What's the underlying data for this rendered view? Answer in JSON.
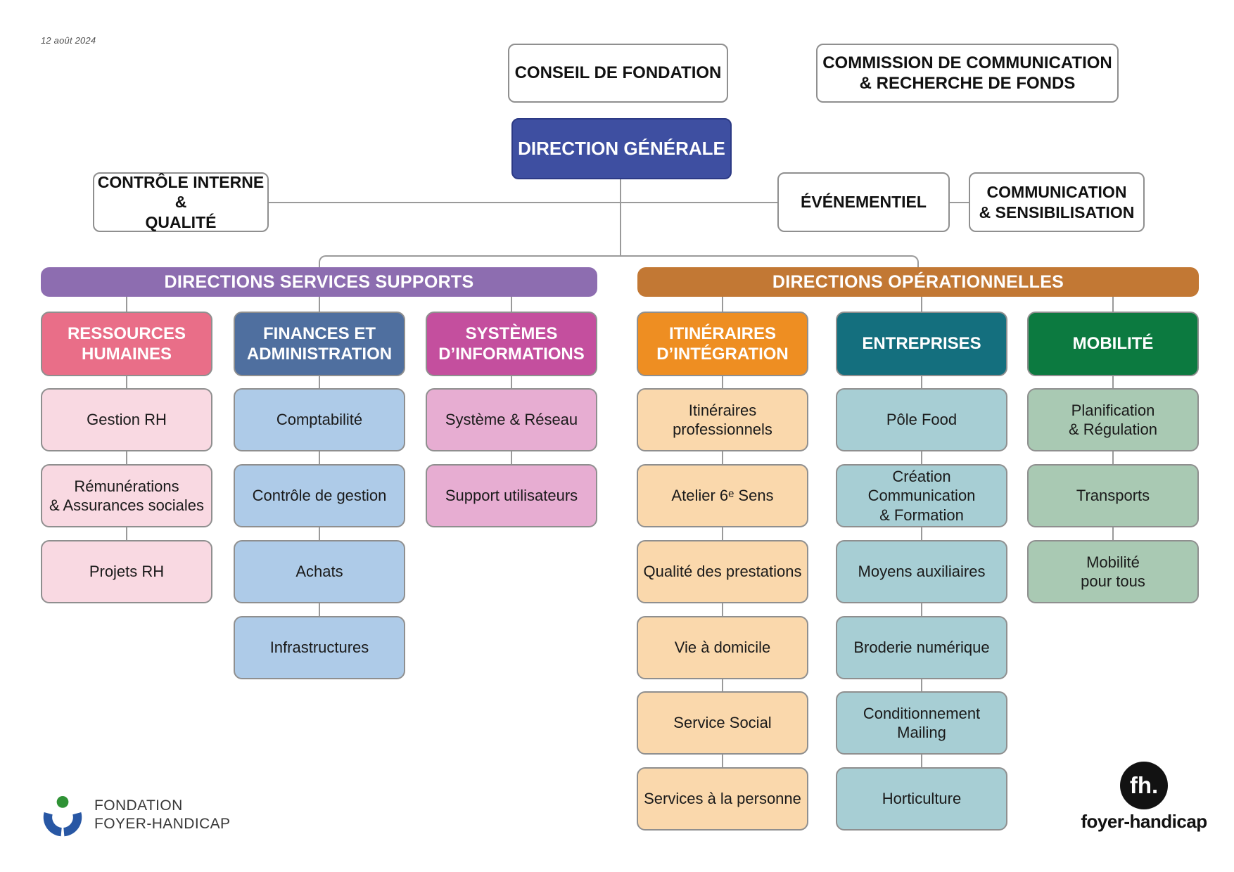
{
  "date": "12 août 2024",
  "top": {
    "conseil": "CONSEIL DE FONDATION",
    "commission": "COMMISSION DE COMMUNICATION\n& RECHERCHE DE FONDS",
    "direction_generale": "DIRECTION GÉNÉRALE",
    "controle": "CONTRÔLE INTERNE &\nQUALITÉ",
    "evenementiel": "ÉVÉNEMENTIEL",
    "communication": "COMMUNICATION\n& SENSIBILISATION"
  },
  "groups": [
    {
      "title": "DIRECTIONS SERVICES SUPPORTS"
    },
    {
      "title": "DIRECTIONS OPÉRATIONNELLES"
    }
  ],
  "columns": [
    {
      "title": "RESSOURCES\nHUMAINES",
      "children": [
        "Gestion RH",
        "Rémunérations\n& Assurances sociales",
        "Projets RH"
      ]
    },
    {
      "title": "FINANCES ET\nADMINISTRATION",
      "children": [
        "Comptabilité",
        "Contrôle de gestion",
        "Achats",
        "Infrastructures"
      ]
    },
    {
      "title": "SYSTÈMES\nD’INFORMATIONS",
      "children": [
        "Système & Réseau",
        "Support utilisateurs"
      ]
    },
    {
      "title": "ITINÉRAIRES\nD’INTÉGRATION",
      "children": [
        "Itinéraires\nprofessionnels",
        "Atelier 6ᵉ Sens",
        "Qualité des prestations",
        "Vie à domicile",
        "Service Social",
        "Services à la personne"
      ]
    },
    {
      "title": "ENTREPRISES",
      "children": [
        "Pôle Food",
        "Création Communication\n& Formation",
        "Moyens auxiliaires",
        "Broderie numérique",
        "Conditionnement\nMailing",
        "Horticulture"
      ]
    },
    {
      "title": "MOBILITÉ",
      "children": [
        "Planification\n& Régulation",
        "Transports",
        "Mobilité\npour tous"
      ]
    }
  ],
  "footer": {
    "left_logo_text": "FONDATION\nFOYER-HANDICAP",
    "right_logo_circle": "fh.",
    "right_logo_text": "foyer-handicap"
  },
  "palette": {
    "line": "#9a9a9a",
    "box_border": "#8f8f8f",
    "dg_fill": "#3e4fa1",
    "dg_border": "#2c3a85",
    "supports_bar": "#8d6db0",
    "operationnelles_bar": "#c27834",
    "rh_header": "#e96e88",
    "rh_child": "#f9d9e2",
    "fin_header": "#4f6f9f",
    "fin_child": "#aecbe8",
    "sys_header": "#c44f9e",
    "sys_child": "#e7add2",
    "iti_header": "#ee8e22",
    "iti_child": "#fad8ac",
    "ent_header": "#146f7e",
    "ent_child": "#a7ced4",
    "mob_header": "#0c7a40",
    "mob_child": "#a9c9b3",
    "logo_blue": "#2857a4",
    "logo_green": "#2f9235"
  }
}
